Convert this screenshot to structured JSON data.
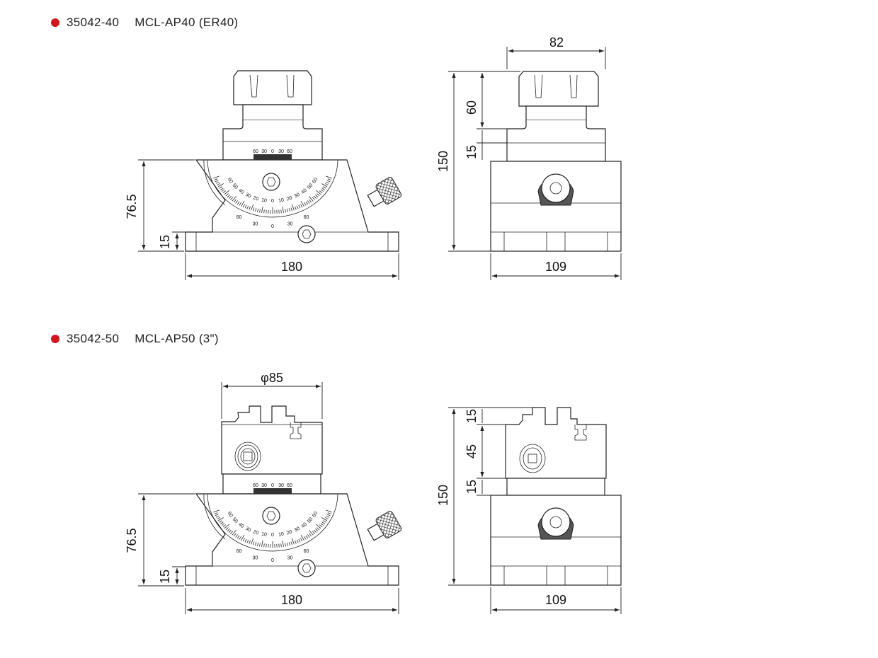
{
  "models": [
    {
      "code": "35042-40",
      "name": "MCL-AP40 (ER40)",
      "front": {
        "height": "76.5",
        "base": "15",
        "width": "180"
      },
      "side": {
        "top_width": "82",
        "total": "150",
        "collet": "60",
        "step": "15",
        "width": "109"
      }
    },
    {
      "code": "35042-50",
      "name": "MCL-AP50 (3\")",
      "front": {
        "chuck_dia": "φ85",
        "height": "76.5",
        "base": "15",
        "width": "180"
      },
      "side": {
        "jaw": "15",
        "chuck": "45",
        "step": "15",
        "total": "150",
        "width": "109"
      }
    }
  ],
  "dial": {
    "arc_labels": [
      "60",
      "50",
      "40",
      "30",
      "20",
      "10",
      "0",
      "10",
      "20",
      "30",
      "40",
      "50",
      "60"
    ],
    "vernier_labels": [
      "60",
      "30",
      "0",
      "30",
      "60"
    ]
  },
  "colors": {
    "bullet": "#d7141e"
  }
}
